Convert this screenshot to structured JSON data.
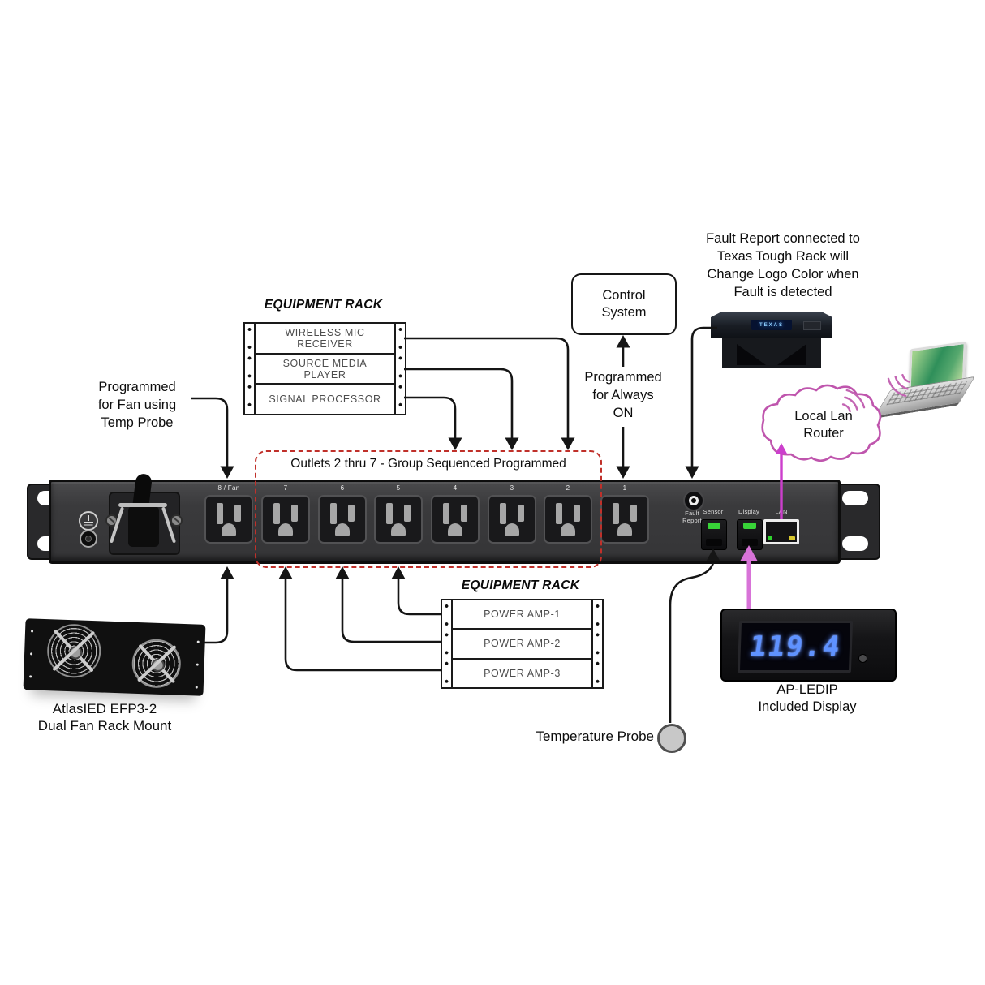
{
  "annotations": {
    "fault_note": "Fault Report connected to\nTexas Tough Rack will\nChange Logo Color when\nFault is detected",
    "fan_programming": "Programmed\nfor Fan using\nTemp Probe",
    "always_on": "Programmed\nfor Always\nON",
    "group_note": "Outlets 2 thru 7 - Group Sequenced Programmed",
    "temp_probe": "Temperature Probe",
    "control_system": "Control\nSystem",
    "cloud": "Local Lan\nRouter",
    "fan_caption": "AtlasIED EFP3-2\nDual Fan Rack Mount",
    "display_caption": "AP-LEDIP\nIncluded Display"
  },
  "rack_top": {
    "title": "EQUIPMENT RACK",
    "units": [
      "WIRELESS MIC\nRECEIVER",
      "SOURCE MEDIA\nPLAYER",
      "SIGNAL PROCESSOR"
    ]
  },
  "rack_bottom": {
    "title": "EQUIPMENT RACK",
    "units": [
      "POWER AMP-1",
      "POWER AMP-2",
      "POWER AMP-3"
    ]
  },
  "pdu": {
    "outlets": [
      "8 / Fan",
      "7",
      "6",
      "5",
      "4",
      "3",
      "2",
      "1"
    ],
    "ports": {
      "fault": "Fault\nReport",
      "sensor": "Sensor",
      "display": "Display",
      "lan": "LAN"
    }
  },
  "led_display": {
    "value": "119.4"
  },
  "device": {
    "logo": "TEXAS"
  },
  "colors": {
    "dashed_red": "#c0302a",
    "pink_magenta": "#cc3fcc",
    "pink_light": "#d873d8",
    "jack_green": "#38d438",
    "led_blue": "#5f92ff"
  }
}
